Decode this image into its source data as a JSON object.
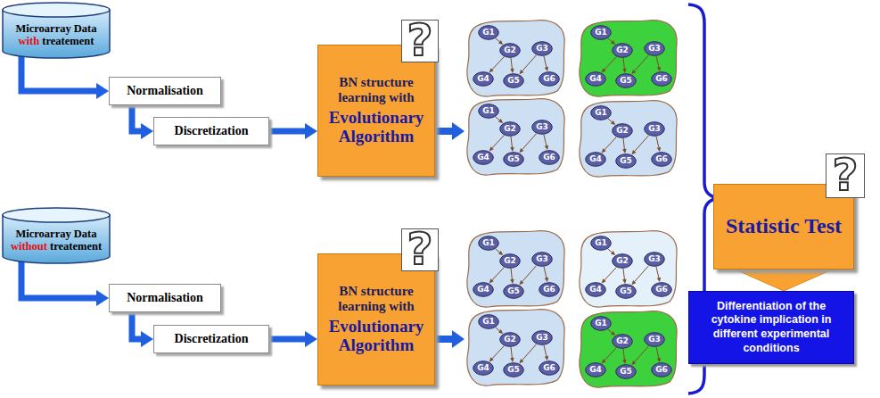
{
  "diagram": {
    "nodes": [
      {
        "text": [
          "Microarray Data with treatement"
        ]
      },
      {
        "text": [
          "Normalisation"
        ]
      },
      {
        "text": [
          "Discretization"
        ]
      },
      {
        "text": [
          "BN structure learning with",
          "Evolutionary Algorithm"
        ]
      },
      {
        "text": [
          "G1"
        ]
      },
      {
        "text": [
          "G2"
        ]
      },
      {
        "text": [
          "G3"
        ]
      },
      {
        "text": [
          "G4"
        ]
      },
      {
        "text": [
          "G5"
        ]
      },
      {
        "text": [
          "G6"
        ]
      },
      {
        "text": [
          "G1"
        ]
      },
      {
        "text": [
          "G2"
        ]
      },
      {
        "text": [
          "G3"
        ]
      },
      {
        "text": [
          "G4"
        ]
      },
      {
        "text": [
          "G5"
        ]
      },
      {
        "text": [
          "G6"
        ]
      },
      {
        "text": [
          "G1"
        ]
      },
      {
        "text": [
          "G2"
        ]
      },
      {
        "text": [
          "G3"
        ]
      },
      {
        "text": [
          "G4"
        ]
      },
      {
        "text": [
          "G5"
        ]
      },
      {
        "text": [
          "G6"
        ]
      },
      {
        "text": [
          "G1"
        ]
      },
      {
        "text": [
          "G2"
        ]
      },
      {
        "text": [
          "G3"
        ]
      },
      {
        "text": [
          "G4"
        ]
      },
      {
        "text": [
          "G5"
        ]
      },
      {
        "text": [
          "G6"
        ]
      },
      {
        "text": [
          "Microarray Data without treatement"
        ]
      },
      {
        "text": [
          "Normalisation"
        ]
      },
      {
        "text": [
          "Discretization"
        ]
      },
      {
        "text": [
          "BN structure learning with",
          "Evolutionary Algorithm"
        ]
      },
      {
        "text": [
          "G1"
        ]
      },
      {
        "text": [
          "G2"
        ]
      },
      {
        "text": [
          "G3"
        ]
      },
      {
        "text": [
          "G4"
        ]
      },
      {
        "text": [
          "G5"
        ]
      },
      {
        "text": [
          "G6"
        ]
      },
      {
        "text": [
          "G1"
        ]
      },
      {
        "text": [
          "G2"
        ]
      },
      {
        "text": [
          "G3"
        ]
      },
      {
        "text": [
          "G4"
        ]
      },
      {
        "text": [
          "G5"
        ]
      },
      {
        "text": [
          "G6"
        ]
      },
      {
        "text": [
          "G1"
        ]
      },
      {
        "text": [
          "G2"
        ]
      },
      {
        "text": [
          "G3"
        ]
      },
      {
        "text": [
          "G4"
        ]
      },
      {
        "text": [
          "G5"
        ]
      },
      {
        "text": [
          "G6"
        ]
      },
      {
        "text": [
          "G1"
        ]
      },
      {
        "text": [
          "G2"
        ]
      },
      {
        "text": [
          "G3"
        ]
      },
      {
        "text": [
          "G4"
        ]
      },
      {
        "text": [
          "G5"
        ]
      },
      {
        "text": [
          "G6"
        ]
      },
      {
        "text": [
          "Statistic Test"
        ]
      },
      {
        "text": [
          "Differentiation of the cytokine implication in different experimental conditions"
        ]
      }
    ],
    "edges": [
      {
        "from": 0,
        "to": 1,
        "arrow": "to"
      },
      {
        "from": 1,
        "to": 2,
        "arrow": "to"
      },
      {
        "from": 2,
        "to": 3,
        "arrow": "to"
      },
      {
        "from": 28,
        "to": 29,
        "arrow": "to"
      },
      {
        "from": 29,
        "to": 30,
        "arrow": "to"
      },
      {
        "from": 30,
        "to": 31,
        "arrow": "to"
      },
      {
        "from": 56,
        "to": 57,
        "arrow": "to"
      },
      {
        "from": 4,
        "to": 5,
        "arrow": "to"
      },
      {
        "from": 5,
        "to": 7,
        "arrow": "to"
      },
      {
        "from": 5,
        "to": 8,
        "arrow": "to"
      },
      {
        "from": 6,
        "to": 8,
        "arrow": "to"
      },
      {
        "from": 6,
        "to": 9,
        "arrow": "to"
      },
      {
        "from": 10,
        "to": 11,
        "arrow": "to"
      },
      {
        "from": 11,
        "to": 13,
        "arrow": "to"
      },
      {
        "from": 11,
        "to": 14,
        "arrow": "to"
      },
      {
        "from": 12,
        "to": 14,
        "arrow": "to"
      },
      {
        "from": 12,
        "to": 15,
        "arrow": "to"
      },
      {
        "from": 16,
        "to": 17,
        "arrow": "to"
      },
      {
        "from": 17,
        "to": 19,
        "arrow": "to"
      },
      {
        "from": 17,
        "to": 20,
        "arrow": "to"
      },
      {
        "from": 18,
        "to": 20,
        "arrow": "to"
      },
      {
        "from": 18,
        "to": 21,
        "arrow": "to"
      },
      {
        "from": 22,
        "to": 23,
        "arrow": "to"
      },
      {
        "from": 23,
        "to": 25,
        "arrow": "to"
      },
      {
        "from": 23,
        "to": 26,
        "arrow": "to"
      },
      {
        "from": 24,
        "to": 26,
        "arrow": "to"
      },
      {
        "from": 24,
        "to": 27,
        "arrow": "to"
      },
      {
        "from": 32,
        "to": 33,
        "arrow": "to"
      },
      {
        "from": 33,
        "to": 35,
        "arrow": "to"
      },
      {
        "from": 33,
        "to": 36,
        "arrow": "to"
      },
      {
        "from": 34,
        "to": 36,
        "arrow": "to"
      },
      {
        "from": 34,
        "to": 37,
        "arrow": "to"
      },
      {
        "from": 38,
        "to": 39,
        "arrow": "to"
      },
      {
        "from": 39,
        "to": 41,
        "arrow": "to"
      },
      {
        "from": 39,
        "to": 42,
        "arrow": "to"
      },
      {
        "from": 40,
        "to": 42,
        "arrow": "to"
      },
      {
        "from": 40,
        "to": 43,
        "arrow": "to"
      },
      {
        "from": 44,
        "to": 45,
        "arrow": "to"
      },
      {
        "from": 45,
        "to": 47,
        "arrow": "to"
      },
      {
        "from": 45,
        "to": 48,
        "arrow": "to"
      },
      {
        "from": 46,
        "to": 48,
        "arrow": "to"
      },
      {
        "from": 46,
        "to": 49,
        "arrow": "to"
      },
      {
        "from": 50,
        "to": 51,
        "arrow": "to"
      },
      {
        "from": 51,
        "to": 53,
        "arrow": "to"
      },
      {
        "from": 51,
        "to": 54,
        "arrow": "to"
      },
      {
        "from": 52,
        "to": 54,
        "arrow": "to"
      },
      {
        "from": 52,
        "to": 55,
        "arrow": "to"
      }
    ],
    "labels": [
      "?",
      "?",
      "?"
    ]
  }
}
